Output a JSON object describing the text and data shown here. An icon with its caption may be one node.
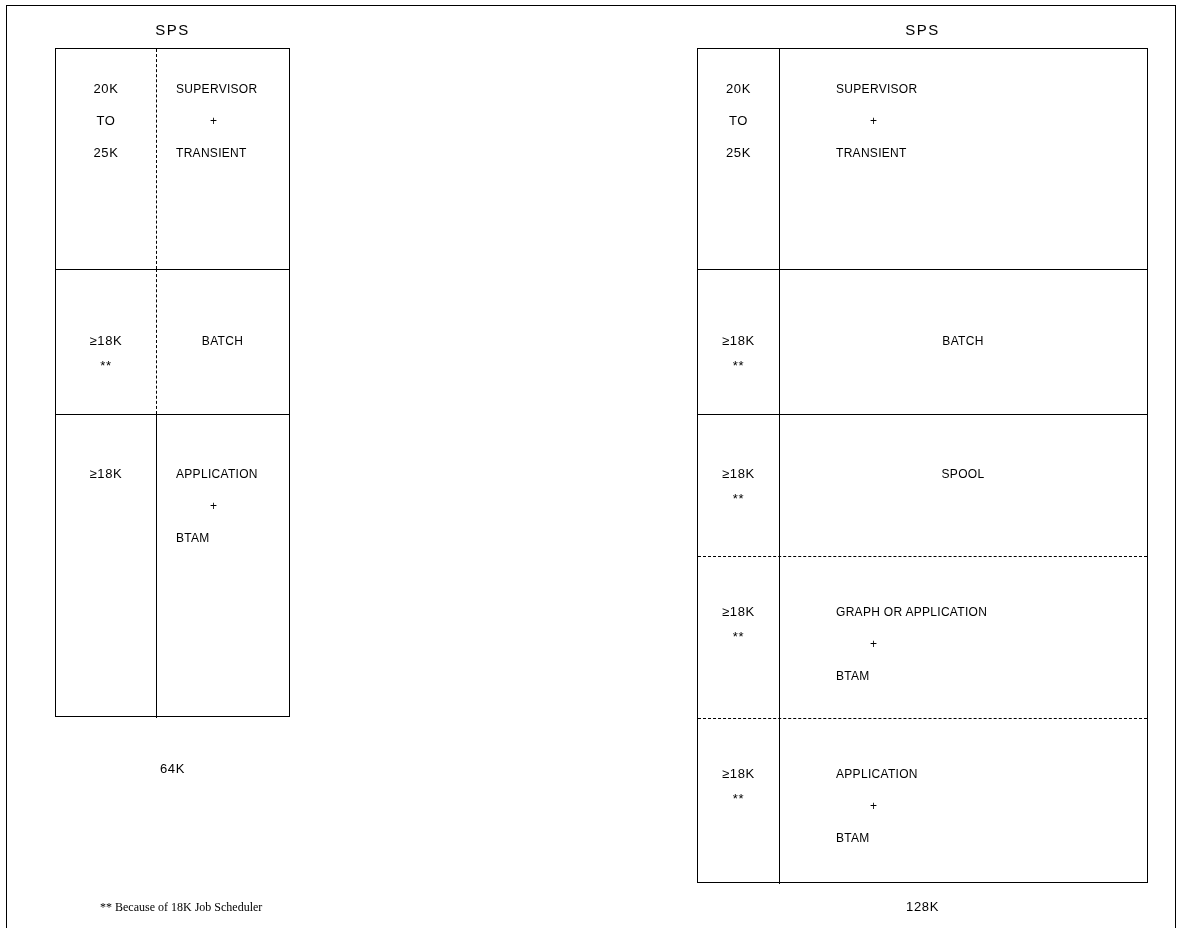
{
  "diagram": {
    "nodes": [
      {
        "text": [
          "SPS"
        ],
        "beside": [
          "64K"
        ]
      },
      {
        "text": [
          "20K TO 25K",
          "SUPERVISOR",
          "+",
          "TRANSIENT"
        ],
        "in": 0
      },
      {
        "text": [
          "≥18K",
          "**",
          "BATCH"
        ],
        "in": 0
      },
      {
        "text": [
          "≥18K",
          "APPLICATION",
          "+",
          "BTAM"
        ],
        "in": 0
      },
      {
        "text": [
          "SPS"
        ],
        "beside": [
          "128K"
        ]
      },
      {
        "text": [
          "20K TO 25K",
          "SUPERVISOR",
          "+",
          "TRANSIENT"
        ],
        "in": 4
      },
      {
        "text": [
          "≥18K",
          "**",
          "BATCH"
        ],
        "in": 4
      },
      {
        "text": [
          "≥18K",
          "**",
          "SPOOL"
        ],
        "in": 4
      },
      {
        "text": [
          "≥18K",
          "**",
          "GRAPH OR APPLICATION",
          "+",
          "BTAM"
        ],
        "in": 4
      },
      {
        "text": [
          "≥18K",
          "**",
          "APPLICATION",
          "+",
          "BTAM"
        ],
        "in": 4
      }
    ],
    "labels": [
      "** Because of 18K Job Scheduler"
    ]
  }
}
